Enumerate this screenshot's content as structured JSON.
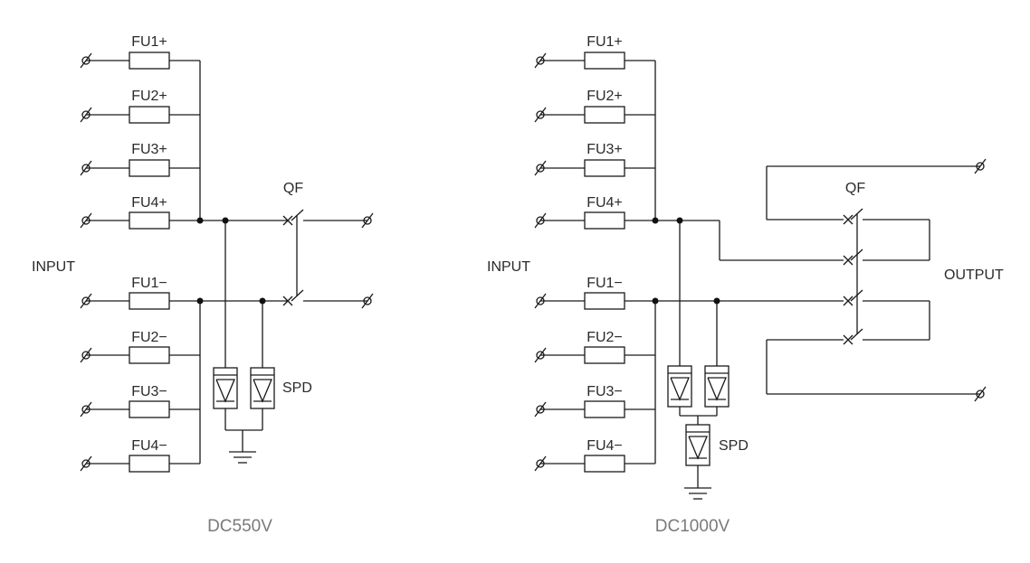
{
  "diagram_left": {
    "title": "DC550V",
    "input_label": "INPUT",
    "breaker_label": "QF",
    "spd_label": "SPD",
    "fuses_positive": [
      "FU1+",
      "FU2+",
      "FU3+",
      "FU4+"
    ],
    "fuses_negative": [
      "FU1−",
      "FU2−",
      "FU3−",
      "FU4−"
    ]
  },
  "diagram_right": {
    "title": "DC1000V",
    "input_label": "INPUT",
    "output_label": "OUTPUT",
    "breaker_label": "QF",
    "spd_label": "SPD",
    "fuses_positive": [
      "FU1+",
      "FU2+",
      "FU3+",
      "FU4+"
    ],
    "fuses_negative": [
      "FU1−",
      "FU2−",
      "FU3−",
      "FU4−"
    ]
  },
  "colors": {
    "line": "#1a1a1a",
    "title": "#7a7a7a",
    "label": "#2a2a2a"
  }
}
